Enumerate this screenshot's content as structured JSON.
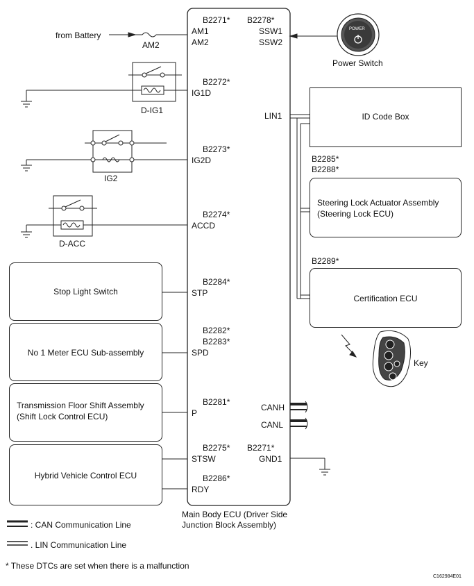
{
  "ecu": {
    "name_line1": "Main Body ECU (Driver Side",
    "name_line2": "Junction Block Assembly)",
    "dtc_left": [
      "B2271*",
      "B2272*",
      "B2273*",
      "B2274*",
      "B2284*",
      "B2282*",
      "B2283*",
      "B2281*",
      "B2275*",
      "B2286*"
    ],
    "dtc_right": [
      "B2278*",
      "B2271*"
    ],
    "pins_left": [
      "AM1",
      "AM2",
      "IG1D",
      "IG2D",
      "ACCD",
      "STP",
      "SPD",
      "P",
      "STSW",
      "RDY"
    ],
    "pins_right": [
      "SSW1",
      "SSW2",
      "LIN1",
      "CANH",
      "CANL",
      "GND1"
    ]
  },
  "battery_label": "from Battery",
  "fuse_label": "AM2",
  "relays": [
    "D-IG1",
    "IG2",
    "D-ACC"
  ],
  "power_switch": {
    "button_text": "POWER",
    "label": "Power Switch"
  },
  "left_components": [
    {
      "line1": "Stop Light Switch",
      "line2": ""
    },
    {
      "line1": "No  1 Meter ECU Sub-assembly",
      "line2": ""
    },
    {
      "line1": "Transmission Floor Shift Assembly",
      "line2": "(Shift Lock Control ECU)"
    },
    {
      "line1": "Hybrid Vehicle Control ECU",
      "line2": ""
    }
  ],
  "right_components": {
    "id_code_box": "ID Code Box",
    "steering_dtc1": "B2285*",
    "steering_dtc2": "B2288*",
    "steering_line1": "Steering Lock Actuator Assembly",
    "steering_line2": "(Steering Lock ECU)",
    "cert_dtc": "B2289*",
    "cert": "Certification ECU",
    "key_label": "Key"
  },
  "legend": {
    "can": ": CAN Communication Line",
    "lin": ". LIN Communication Line",
    "note": "*  These DTCs are set when there is a malfunction"
  },
  "figure_id": "C162984E01"
}
